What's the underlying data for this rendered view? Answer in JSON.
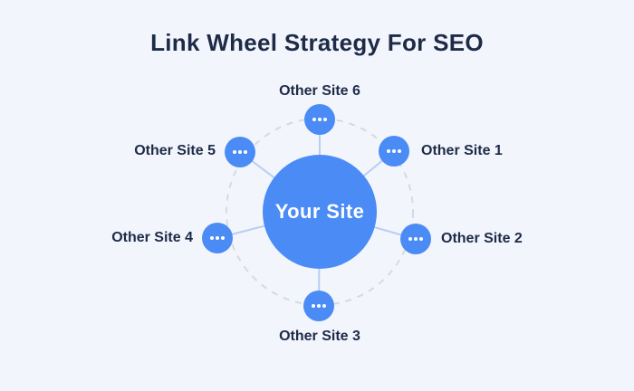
{
  "title": "Link Wheel Strategy For SEO",
  "diagram": {
    "center": {
      "label": "Your Site"
    },
    "satellites": [
      {
        "label": "Other Site 1"
      },
      {
        "label": "Other Site 2"
      },
      {
        "label": "Other Site 3"
      },
      {
        "label": "Other Site 4"
      },
      {
        "label": "Other Site 5"
      },
      {
        "label": "Other Site 6"
      }
    ],
    "colors": {
      "background": "#f2f5fc",
      "node_blue": "#4b8bf5",
      "connector_line": "#b9cdf2",
      "dashed_ring": "#d5dae2",
      "text_dark": "#1e2b47",
      "text_light": "#ffffff"
    }
  }
}
